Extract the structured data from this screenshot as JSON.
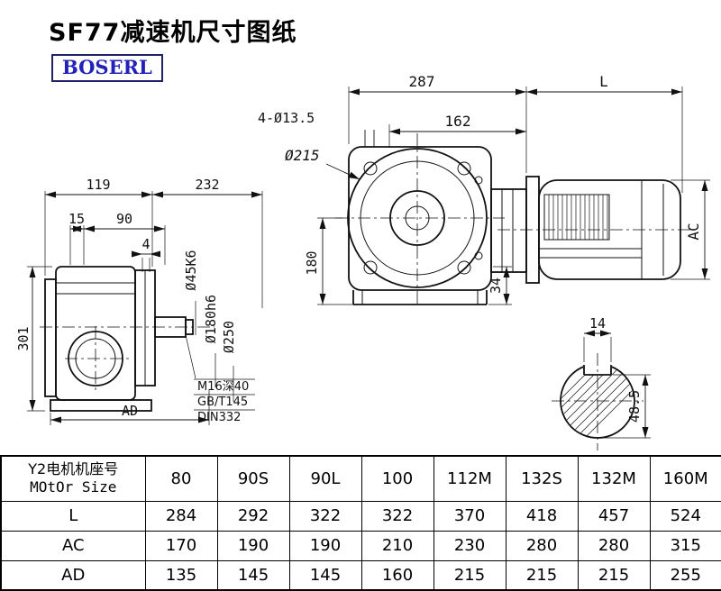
{
  "page": {
    "title": "SF77减速机尺寸图纸",
    "brand": "BOSERL"
  },
  "left_view": {
    "dim_119": "119",
    "dim_232": "232",
    "dim_15": "15",
    "dim_90": "90",
    "dim_4": "4",
    "dim_301": "301",
    "dim_ad": "AD",
    "label_shaft": "Ø45K6",
    "label_spigot": "Ø180h6",
    "label_flange": "Ø250",
    "note_1": "M16深40",
    "note_2": "GB/T145",
    "note_3": "DIN332"
  },
  "front_view": {
    "dim_287": "287",
    "dim_l": "L",
    "dim_162": "162",
    "label_holes": "4-Ø13.5",
    "label_d215": "Ø215",
    "dim_180": "180",
    "dim_34": "34",
    "dim_ac": "AC"
  },
  "shaft_section": {
    "dim_14": "14",
    "dim_48_5": "48.5"
  },
  "table": {
    "header_line1": "Y2电机机座号",
    "header_line2": "MOtOr Size",
    "columns": [
      "80",
      "90S",
      "90L",
      "100",
      "112M",
      "132S",
      "132M",
      "160M"
    ],
    "rows": [
      {
        "label": "L",
        "values": [
          "284",
          "292",
          "322",
          "322",
          "370",
          "418",
          "457",
          "524"
        ]
      },
      {
        "label": "AC",
        "values": [
          "170",
          "190",
          "190",
          "210",
          "230",
          "280",
          "280",
          "315"
        ]
      },
      {
        "label": "AD",
        "values": [
          "135",
          "145",
          "145",
          "160",
          "215",
          "215",
          "215",
          "255"
        ]
      }
    ]
  }
}
